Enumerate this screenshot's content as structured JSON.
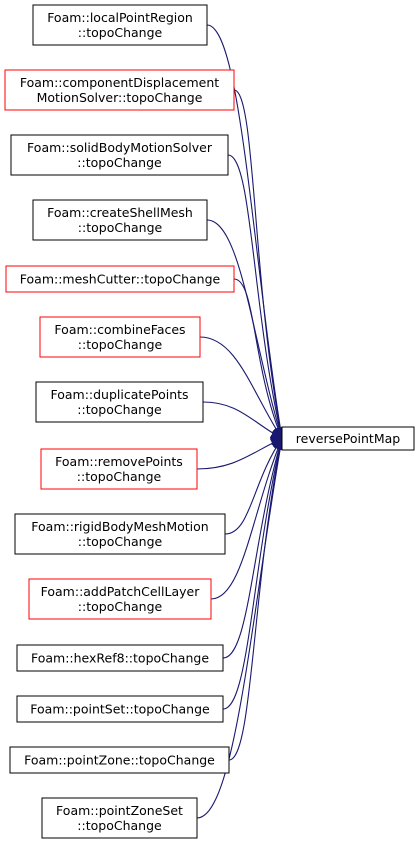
{
  "colors": {
    "edge": "#191970",
    "border_default": "#000000",
    "border_red": "#ff0000",
    "target_fill": "#bfbfbf"
  },
  "target": {
    "label": "reversePointMap"
  },
  "nodes": [
    {
      "lines": [
        "Foam::localPointRegion",
        "::topoChange"
      ],
      "border": "default"
    },
    {
      "lines": [
        "Foam::componentDisplacement",
        "MotionSolver::topoChange"
      ],
      "border": "red"
    },
    {
      "lines": [
        "Foam::solidBodyMotionSolver",
        "::topoChange"
      ],
      "border": "default"
    },
    {
      "lines": [
        "Foam::createShellMesh",
        "::topoChange"
      ],
      "border": "default"
    },
    {
      "lines": [
        "Foam::meshCutter::topoChange"
      ],
      "border": "red"
    },
    {
      "lines": [
        "Foam::combineFaces",
        "::topoChange"
      ],
      "border": "red"
    },
    {
      "lines": [
        "Foam::duplicatePoints",
        "::topoChange"
      ],
      "border": "default"
    },
    {
      "lines": [
        "Foam::removePoints",
        "::topoChange"
      ],
      "border": "red"
    },
    {
      "lines": [
        "Foam::rigidBodyMeshMotion",
        "::topoChange"
      ],
      "border": "default"
    },
    {
      "lines": [
        "Foam::addPatchCellLayer",
        "::topoChange"
      ],
      "border": "red"
    },
    {
      "lines": [
        "Foam::hexRef8::topoChange"
      ],
      "border": "default"
    },
    {
      "lines": [
        "Foam::pointSet::topoChange"
      ],
      "border": "default"
    },
    {
      "lines": [
        "Foam::pointZone::topoChange"
      ],
      "border": "default"
    },
    {
      "lines": [
        "Foam::pointZoneSet",
        "::topoChange"
      ],
      "border": "default"
    }
  ]
}
